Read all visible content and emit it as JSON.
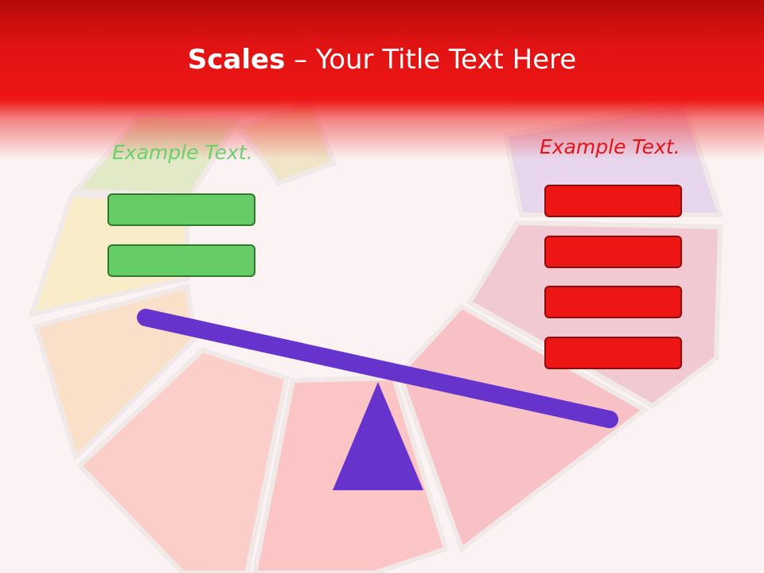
{
  "slide": {
    "title_bold": "Scales",
    "title_rest": " – Your Title Text Here"
  },
  "left": {
    "label": "Example Text.",
    "label_color": "#6ccf6c",
    "box_color": "#66cc66",
    "box_count": 2
  },
  "right": {
    "label": "Example Text.",
    "label_color": "#e0141a",
    "box_color": "#ee1515",
    "box_count": 4
  },
  "scale": {
    "color": "#6633cc"
  },
  "colors": {
    "header": "#ee1515",
    "background": "#fbf3f3"
  }
}
